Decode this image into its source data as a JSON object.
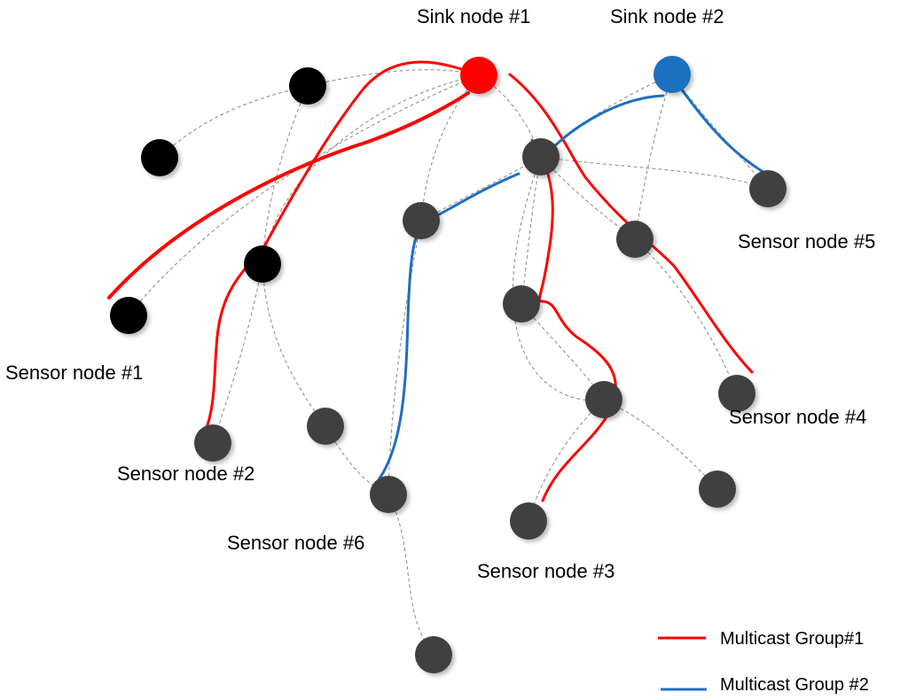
{
  "labels": {
    "sink1": "Sink node #1",
    "sink2": "Sink node #2",
    "sensor1": "Sensor node #1",
    "sensor2": "Sensor node #2",
    "sensor3": "Sensor node #3",
    "sensor4": "Sensor node #4",
    "sensor5": "Sensor node #5",
    "sensor6": "Sensor node #6"
  },
  "legend": {
    "group1": "Multicast Group#1",
    "group2": "Multicast Group #2"
  },
  "colors": {
    "group1": "#ff0000",
    "group2": "#1f6fc0",
    "sink1": "#ff0000",
    "sink2": "#1f6fc0",
    "node_black": "#000000",
    "node_gray": "#404040",
    "link": "#8a8a8a"
  }
}
